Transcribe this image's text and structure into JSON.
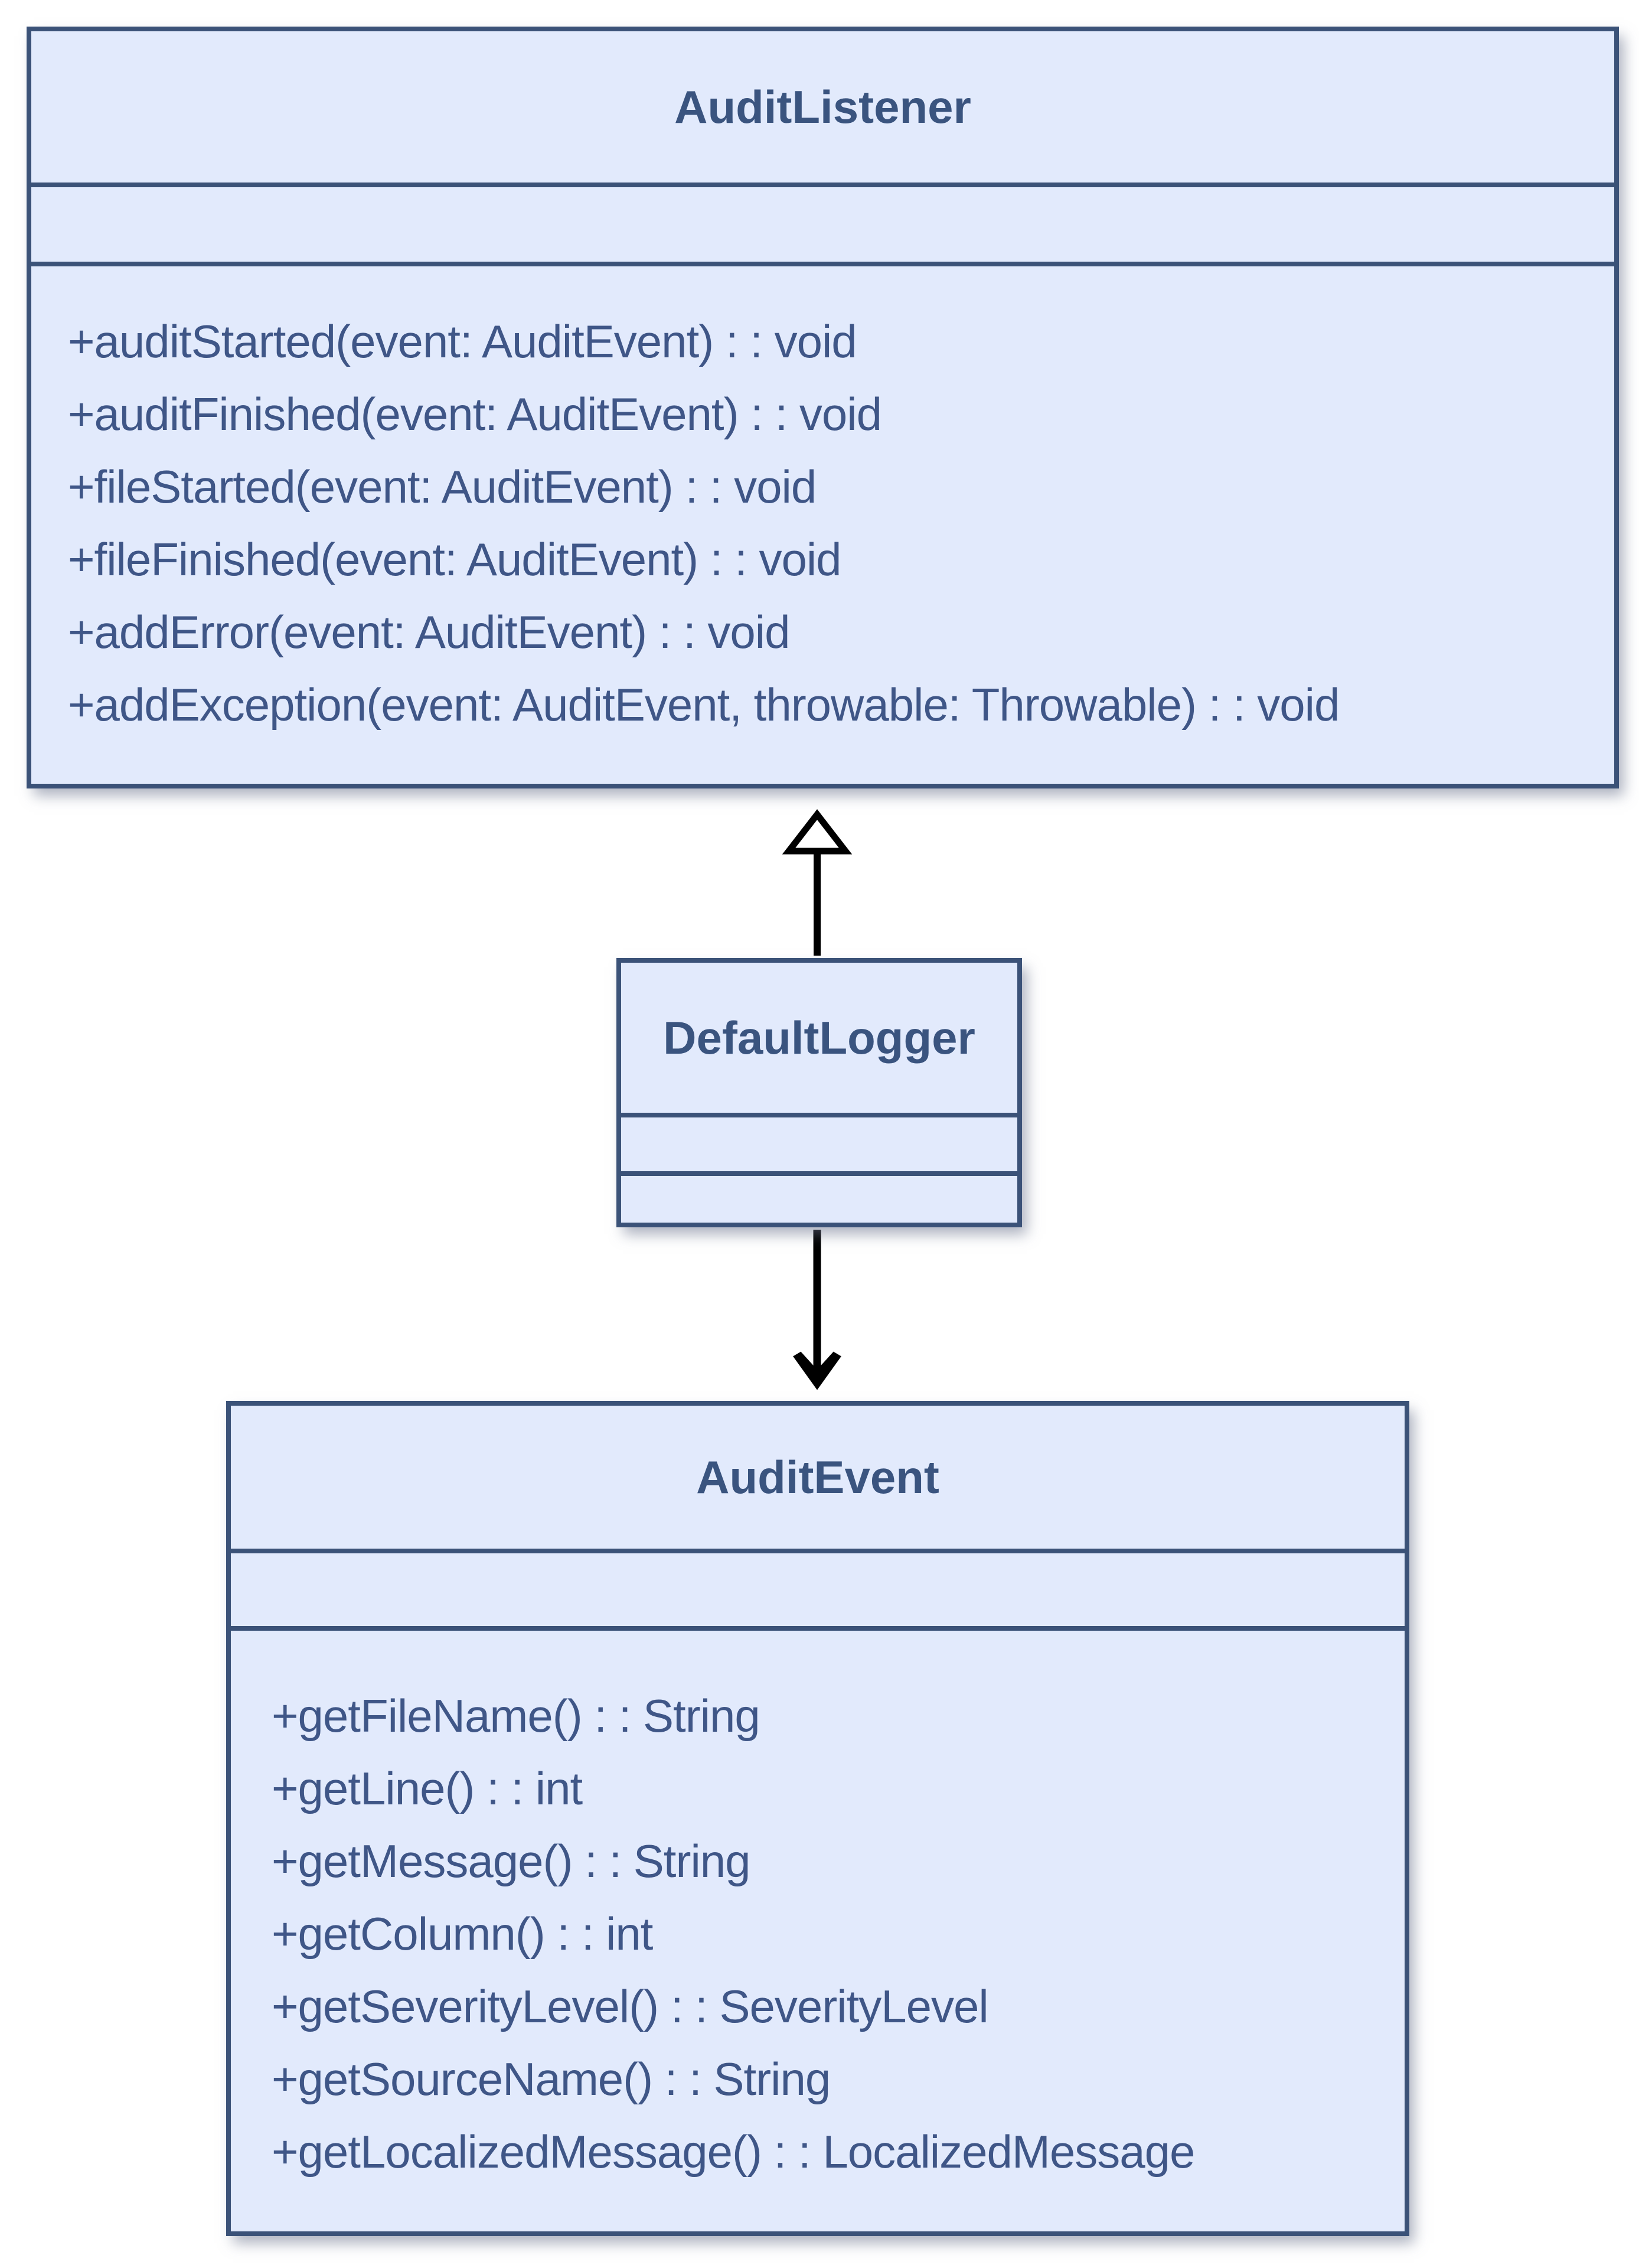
{
  "diagram": {
    "kind": "uml-class-diagram",
    "classes": [
      {
        "name": "AuditListener",
        "attributes": [],
        "methods": [
          "+auditStarted(event: AuditEvent) : : void",
          "+auditFinished(event: AuditEvent) : : void",
          "+fileStarted(event: AuditEvent) : : void",
          "+fileFinished(event: AuditEvent) : : void",
          "+addError(event: AuditEvent) : : void",
          "+addException(event: AuditEvent, throwable: Throwable) : : void"
        ]
      },
      {
        "name": "DefaultLogger",
        "attributes": [],
        "methods": []
      },
      {
        "name": "AuditEvent",
        "attributes": [],
        "methods": [
          "+getFileName() : : String",
          "+getLine() : : int",
          "+getMessage() : : String",
          "+getColumn() : : int",
          "+getSeverityLevel() : : SeverityLevel",
          "+getSourceName() : : String",
          "+getLocalizedMessage() : : LocalizedMessage"
        ]
      }
    ],
    "relations": [
      {
        "from": "DefaultLogger",
        "to": "AuditListener",
        "type": "realization",
        "arrowhead": "hollow-triangle"
      },
      {
        "from": "DefaultLogger",
        "to": "AuditEvent",
        "type": "directed-association",
        "arrowhead": "filled-concave-arrow"
      }
    ],
    "colors": {
      "background": "#ffffff",
      "box_fill": "#e2eafc",
      "box_border": "#3b5278",
      "title_text": "#3a547f",
      "method_text": "#3f5687",
      "connector": "#000000",
      "triangle_fill": "#ffffff"
    }
  }
}
